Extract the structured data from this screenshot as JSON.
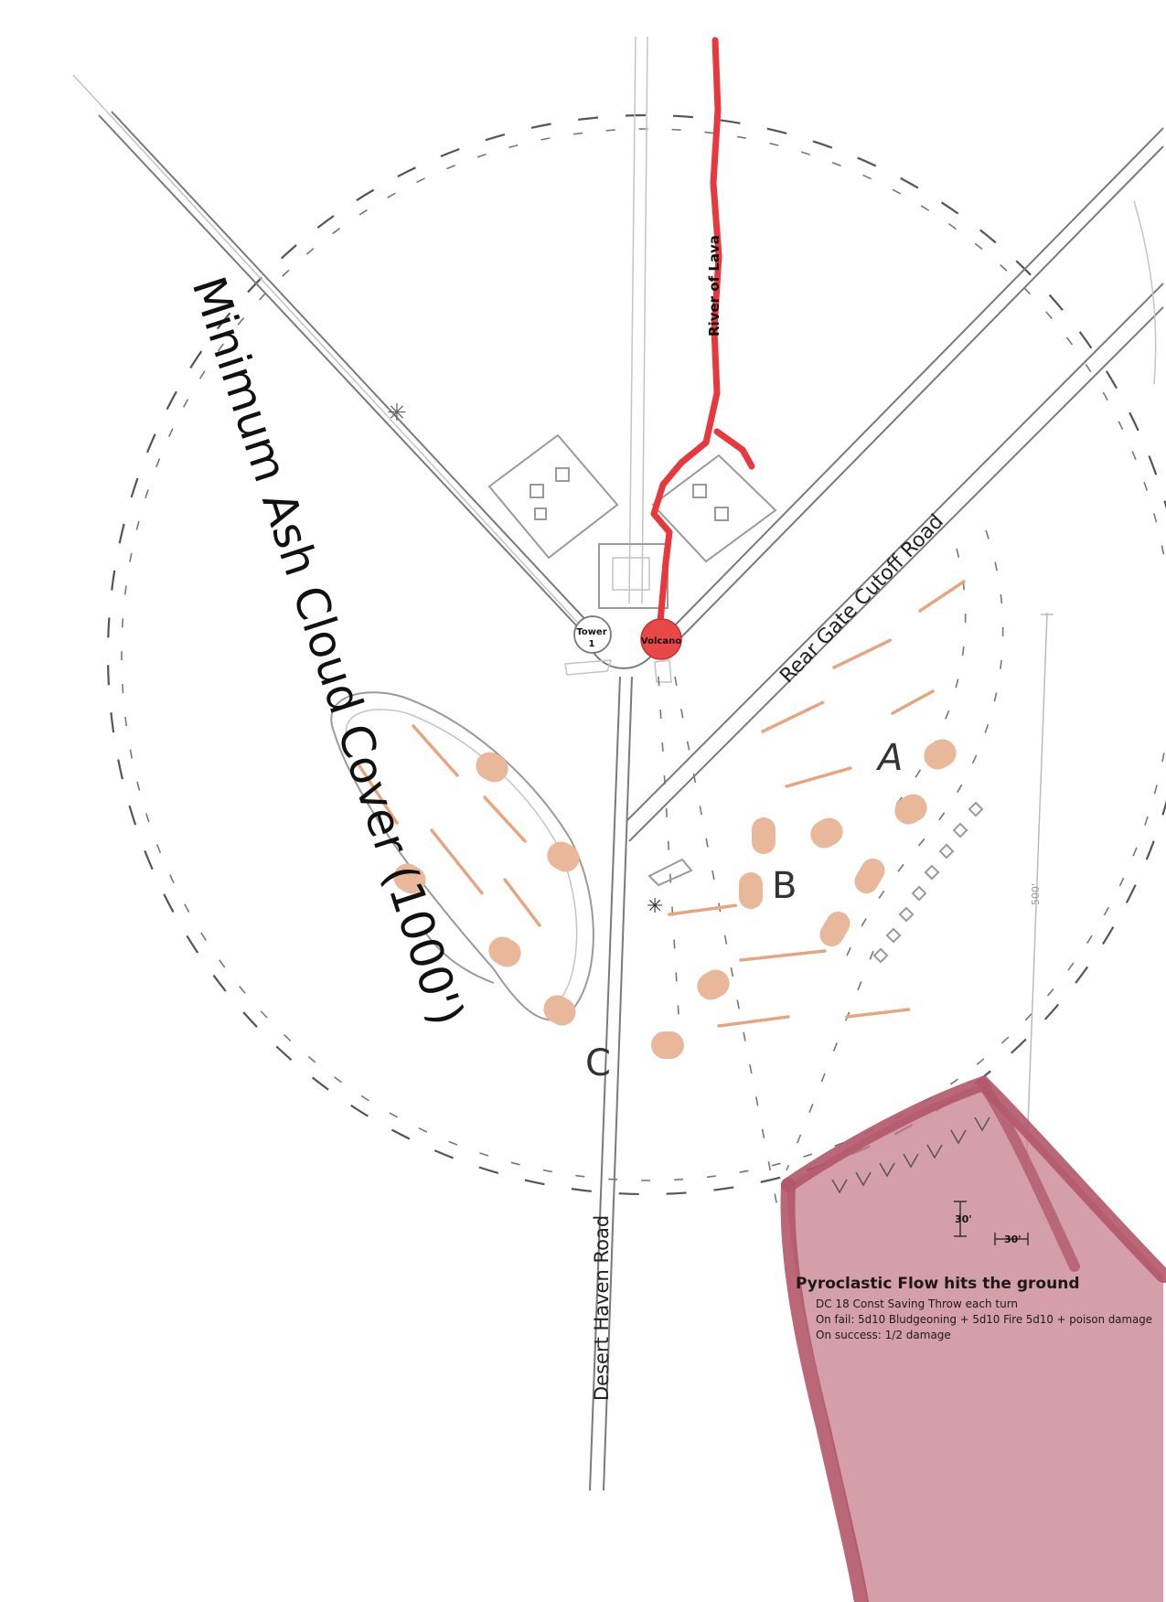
{
  "labels": {
    "ash_cloud": "Minimum Ash Cloud Cover (1000')",
    "river": "River of Lava",
    "road_rear": "Rear Gate Cutoff Road",
    "road_desert": "Desert Haven Road",
    "tower_line1": "Tower",
    "tower_line2": "1",
    "volcano": "Volcano",
    "zone_a": "A",
    "zone_b": "B",
    "zone_c": "C",
    "scale_vertical": "500'",
    "measure_30_v": "30'",
    "measure_30_h": "30'"
  },
  "flow": {
    "title": "Pyroclastic  Flow hits the ground",
    "line1": "DC 18 Const Saving Throw each turn",
    "line2": "On fail: 5d10 Bludgeoning + 5d10 Fire 5d10 + poison damage",
    "line3": "On success: 1/2 damage"
  },
  "colors": {
    "lava": "#e8383d",
    "volcano": "#e84848",
    "flow_fill": "#c98491",
    "flow_edge": "#b25769",
    "dust_pill": "#e9b79a"
  },
  "icons": [
    "star-icon",
    "sketch-star-icon"
  ]
}
